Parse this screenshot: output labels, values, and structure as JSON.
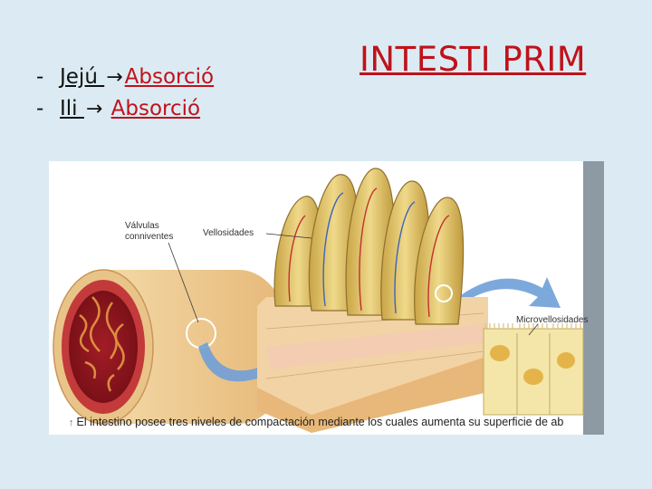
{
  "bullets": [
    {
      "dash": "-",
      "segment": "Jejú ",
      "target": "Absorció"
    },
    {
      "dash": "-",
      "segment": "Ili ",
      "target": "Absorció"
    }
  ],
  "title": "INTESTI PRIM",
  "figure": {
    "label_valvulas_1": "Válvulas",
    "label_valvulas_2": "conniventes",
    "label_vellosidades": "Vellosidades",
    "label_microvellosidades": "Microvellosidades",
    "caption": "El intestino posee tres niveles de compactación mediante los cuales aumenta su superficie de ab"
  },
  "colors": {
    "accent_red": "#c0121b",
    "background": "#dcebf3",
    "villi_gold": "#d9b95b",
    "arrow_blue": "#6f9fd8"
  },
  "icons": [
    "arrow-right-icon",
    "arrow-right-icon",
    "caption-arrow-icon"
  ]
}
